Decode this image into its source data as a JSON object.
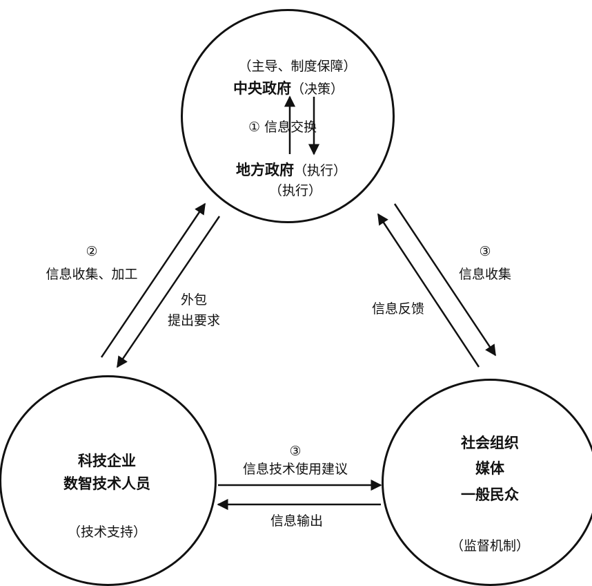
{
  "colors": {
    "stroke": "#111111",
    "background": "#ffffff"
  },
  "top_node": {
    "role": "（主导、制度保障）",
    "central_name": "中央政府",
    "central_note": "（决策）",
    "exchange_label": "① 信息交换",
    "local_name": "地方政府",
    "local_note": "（执行）",
    "local_note2": "（执行）"
  },
  "left_node": {
    "line1": "科技企业",
    "line2": "数智技术人员",
    "role": "（技术支持）"
  },
  "right_node": {
    "line1": "社会组织",
    "line2": "媒体",
    "line3": "一般民众",
    "role": "（监督机制）"
  },
  "edges": {
    "left_top": {
      "num": "②",
      "up_label": "信息收集、加工",
      "down_label_1": "外包",
      "down_label_2": "提出要求"
    },
    "right_top": {
      "num": "③",
      "down_label": "信息收集",
      "up_label": "信息反馈"
    },
    "bottom": {
      "num": "③",
      "right_label": "信息技术使用建议",
      "left_label": "信息输出"
    }
  }
}
